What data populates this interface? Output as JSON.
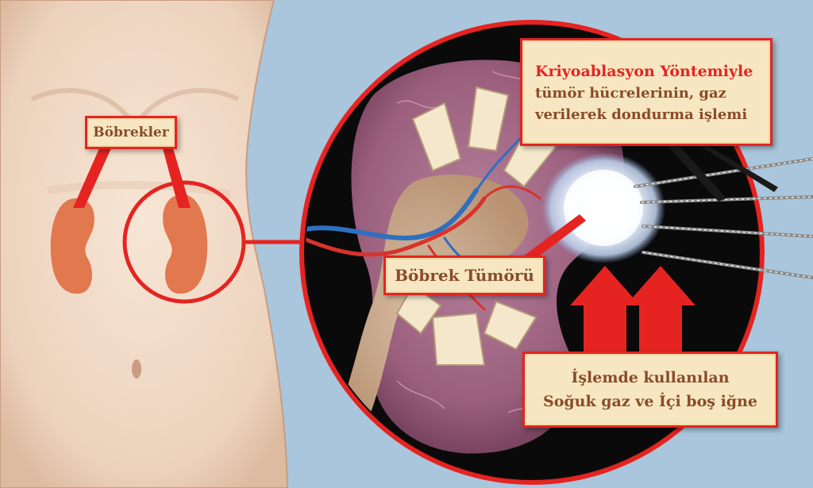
{
  "labels": {
    "kidneys": "Böbrekler",
    "tumor": "Böbrek Tümörü",
    "method_title": "Kriyoablasyon Yöntemiyle",
    "method_line1": "tümör hücrelerinin, gaz",
    "method_line2": "verilerek dondurma işlemi",
    "gas_line1": "İşlemde kullanılan",
    "gas_line2": "Soğuk gaz ve İçi boş iğne"
  },
  "colors": {
    "background": "#a9c6dc",
    "skin": "#f1dcc8",
    "kidney": "#e2784e",
    "callout_red": "#e52421",
    "box_fill": "#f6e7c2",
    "box_text": "#8a4b2a",
    "kidney_cross_section": "#9c5f7e",
    "ice_ball": "#dfe9f7"
  },
  "icons": [
    "up-arrow-icon",
    "up-arrow-icon"
  ]
}
